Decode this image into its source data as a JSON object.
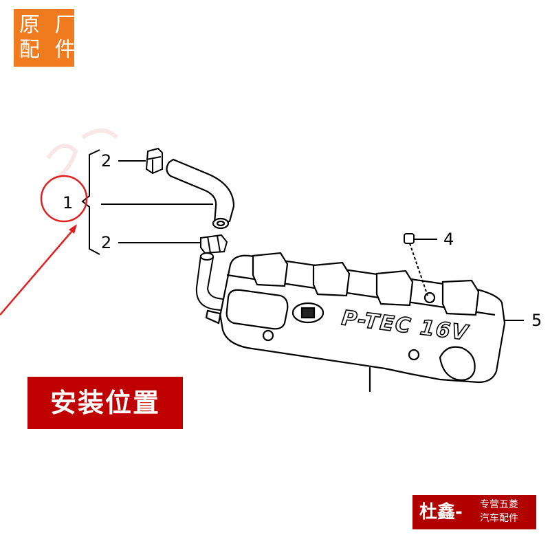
{
  "badge_top_left": {
    "line1": "原 厂",
    "line2": "配 件"
  },
  "callouts": {
    "c1": "1",
    "c2a": "2",
    "c2b": "2",
    "c4": "4",
    "c5": "5"
  },
  "cover_emboss": "P-TEC 16V",
  "banner": {
    "text": "安装位置"
  },
  "brand": {
    "name": "杜鑫-",
    "line1": "专营五菱",
    "line2": "汽车配件"
  },
  "colors": {
    "badge_orange": "#f07a1e",
    "banner_red": "#c00000",
    "brand_red": "#b00000",
    "highlight_red": "#e02020"
  }
}
